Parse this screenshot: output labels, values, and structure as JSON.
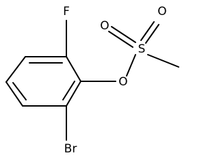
{
  "molecule": {
    "atoms": {
      "fluorine": "F",
      "bromine": "Br",
      "ester_oxygen": "O",
      "sulfur": "S",
      "oxo_oxygen_left": "O",
      "oxo_oxygen_right": "O"
    }
  }
}
